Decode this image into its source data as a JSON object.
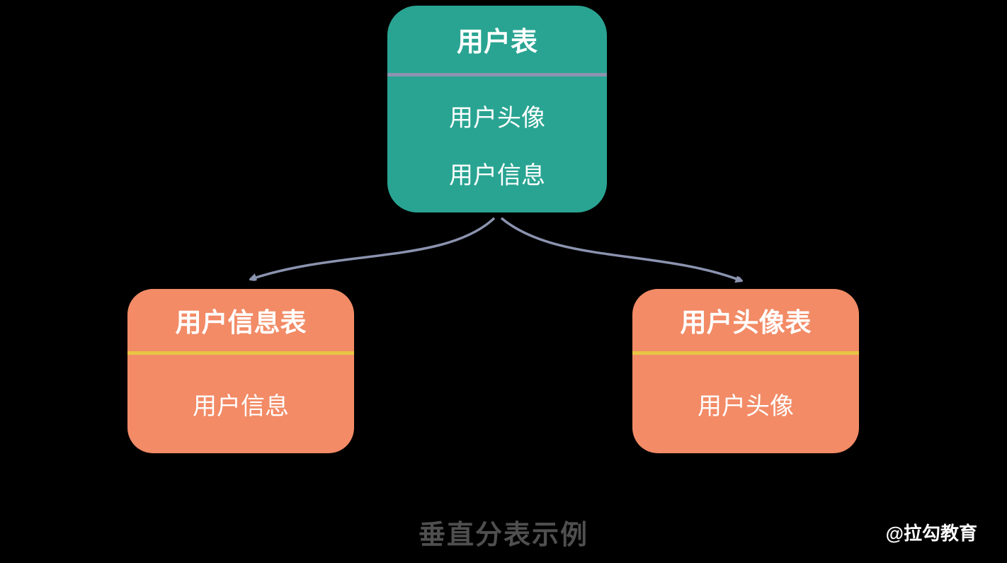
{
  "top_table": {
    "title": "用户表",
    "fields": [
      "用户头像",
      "用户信息"
    ]
  },
  "left_table": {
    "title": "用户信息表",
    "fields": [
      "用户信息"
    ]
  },
  "right_table": {
    "title": "用户头像表",
    "fields": [
      "用户头像"
    ]
  },
  "caption": "垂直分表示例",
  "watermark": "@拉勾教育",
  "colors": {
    "bg": "#000000",
    "top_box": "#29a492",
    "bottom_box": "#f28b66",
    "top_divider": "#8b93af",
    "bottom_divider": "#e7c544",
    "arrow": "#8b93af",
    "caption": "#4f4f4f"
  }
}
